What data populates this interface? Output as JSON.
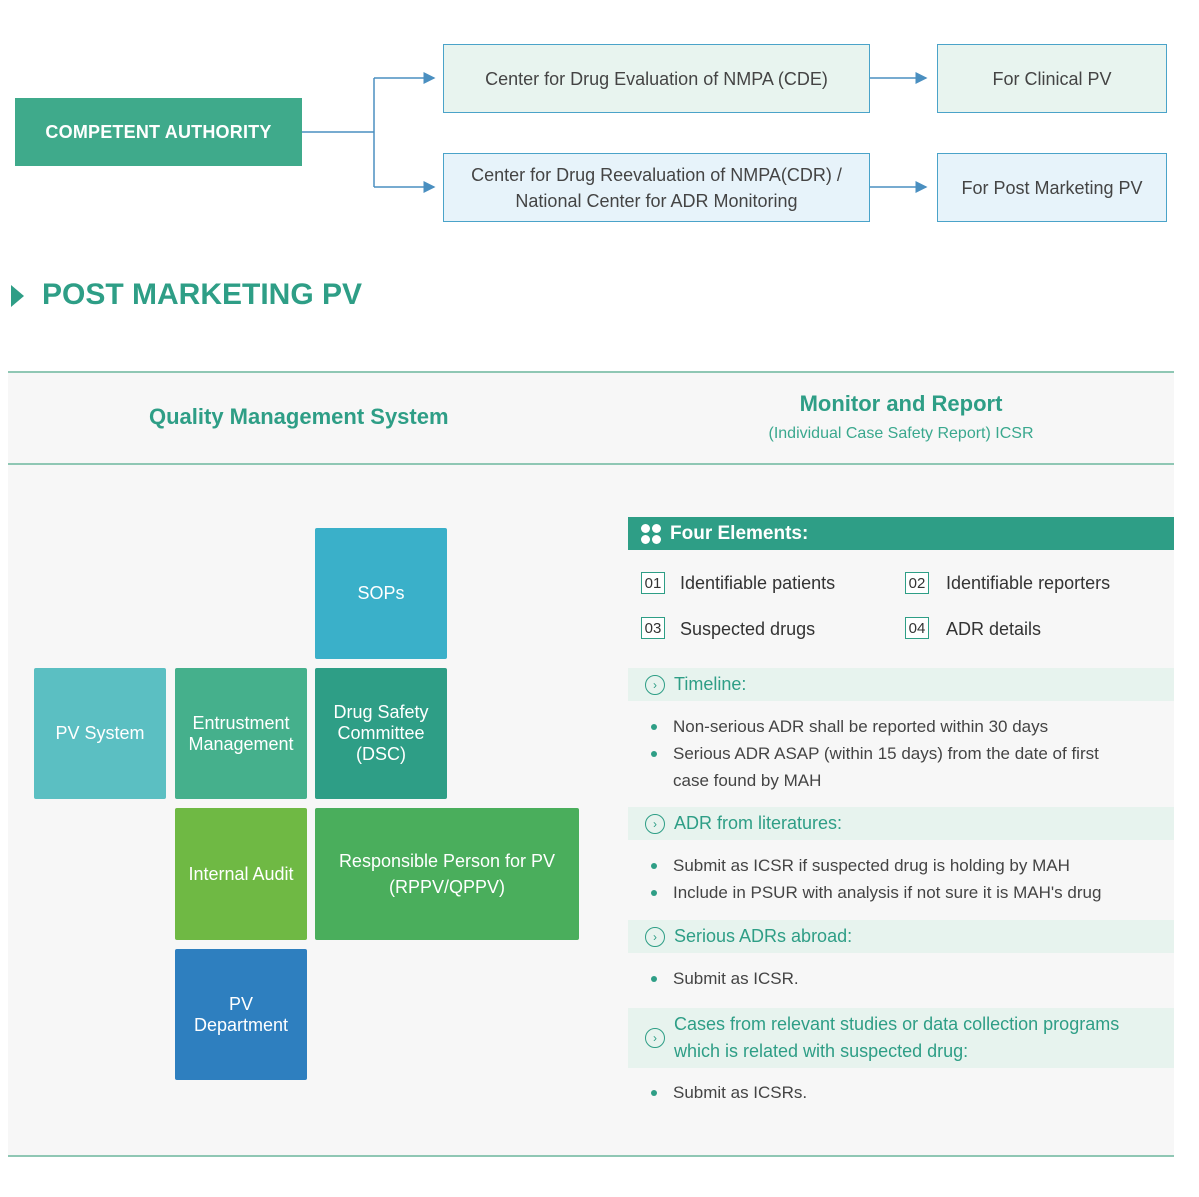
{
  "flow": {
    "authority": "COMPETENT AUTHORITY",
    "cde": "Center for Drug Evaluation of NMPA (CDE)",
    "cdr_line1": "Center for Drug Reevaluation of NMPA(CDR) /",
    "cdr_line2": "National Center for ADR Monitoring",
    "clinical": "For Clinical PV",
    "post_marketing": "For Post Marketing PV"
  },
  "section_title": "POST MARKETING PV",
  "panel": {
    "qms_title": "Quality Management System",
    "monitor_title": "Monitor and Report",
    "monitor_subtitle": "(Individual Case Safety Report) ICSR"
  },
  "tiles": {
    "sops": "SOPs",
    "pv_system": "PV System",
    "entrustment_l1": "Entrustment",
    "entrustment_l2": "Management",
    "dsc_l1": "Drug Safety",
    "dsc_l2": "Committee",
    "dsc_l3": "(DSC)",
    "audit": "Internal Audit",
    "rppv_l1": "Responsible Person for PV",
    "rppv_l2": "(RPPV/QPPV)",
    "dept_l1": "PV",
    "dept_l2": "Department"
  },
  "four_elements": {
    "title": "Four Elements:",
    "items": [
      {
        "num": "01",
        "label": "Identifiable patients"
      },
      {
        "num": "02",
        "label": "Identifiable reporters"
      },
      {
        "num": "03",
        "label": "Suspected drugs"
      },
      {
        "num": "04",
        "label": "ADR details"
      }
    ]
  },
  "timeline": {
    "title": "Timeline:",
    "b1": "Non-serious ADR shall be reported within 30 days",
    "b2_l1": "Serious ADR ASAP (within 15 days) from the date of first",
    "b2_l2": "case found by MAH"
  },
  "literature": {
    "title": "ADR from literatures:",
    "b1": "Submit as ICSR if suspected drug is holding by MAH",
    "b2": "Include in PSUR with analysis if not sure it is MAH's drug"
  },
  "abroad": {
    "title": "Serious ADRs abroad:",
    "b1": "Submit as ICSR."
  },
  "studies": {
    "title_l1": "Cases from relevant studies or data collection programs",
    "title_l2": "which is related with suspected drug:",
    "b1": "Submit as ICSRs."
  },
  "colors": {
    "accent": "#2e9e86",
    "authority": "#3faa8b",
    "connector": "#4a8fc0",
    "sops": "#3ab0c9",
    "pv_system": "#5bbfc2",
    "entrustment": "#45b08c",
    "dsc": "#2e9e86",
    "audit": "#6fb944",
    "rppv": "#4aae5c",
    "dept": "#2e7fbf"
  }
}
